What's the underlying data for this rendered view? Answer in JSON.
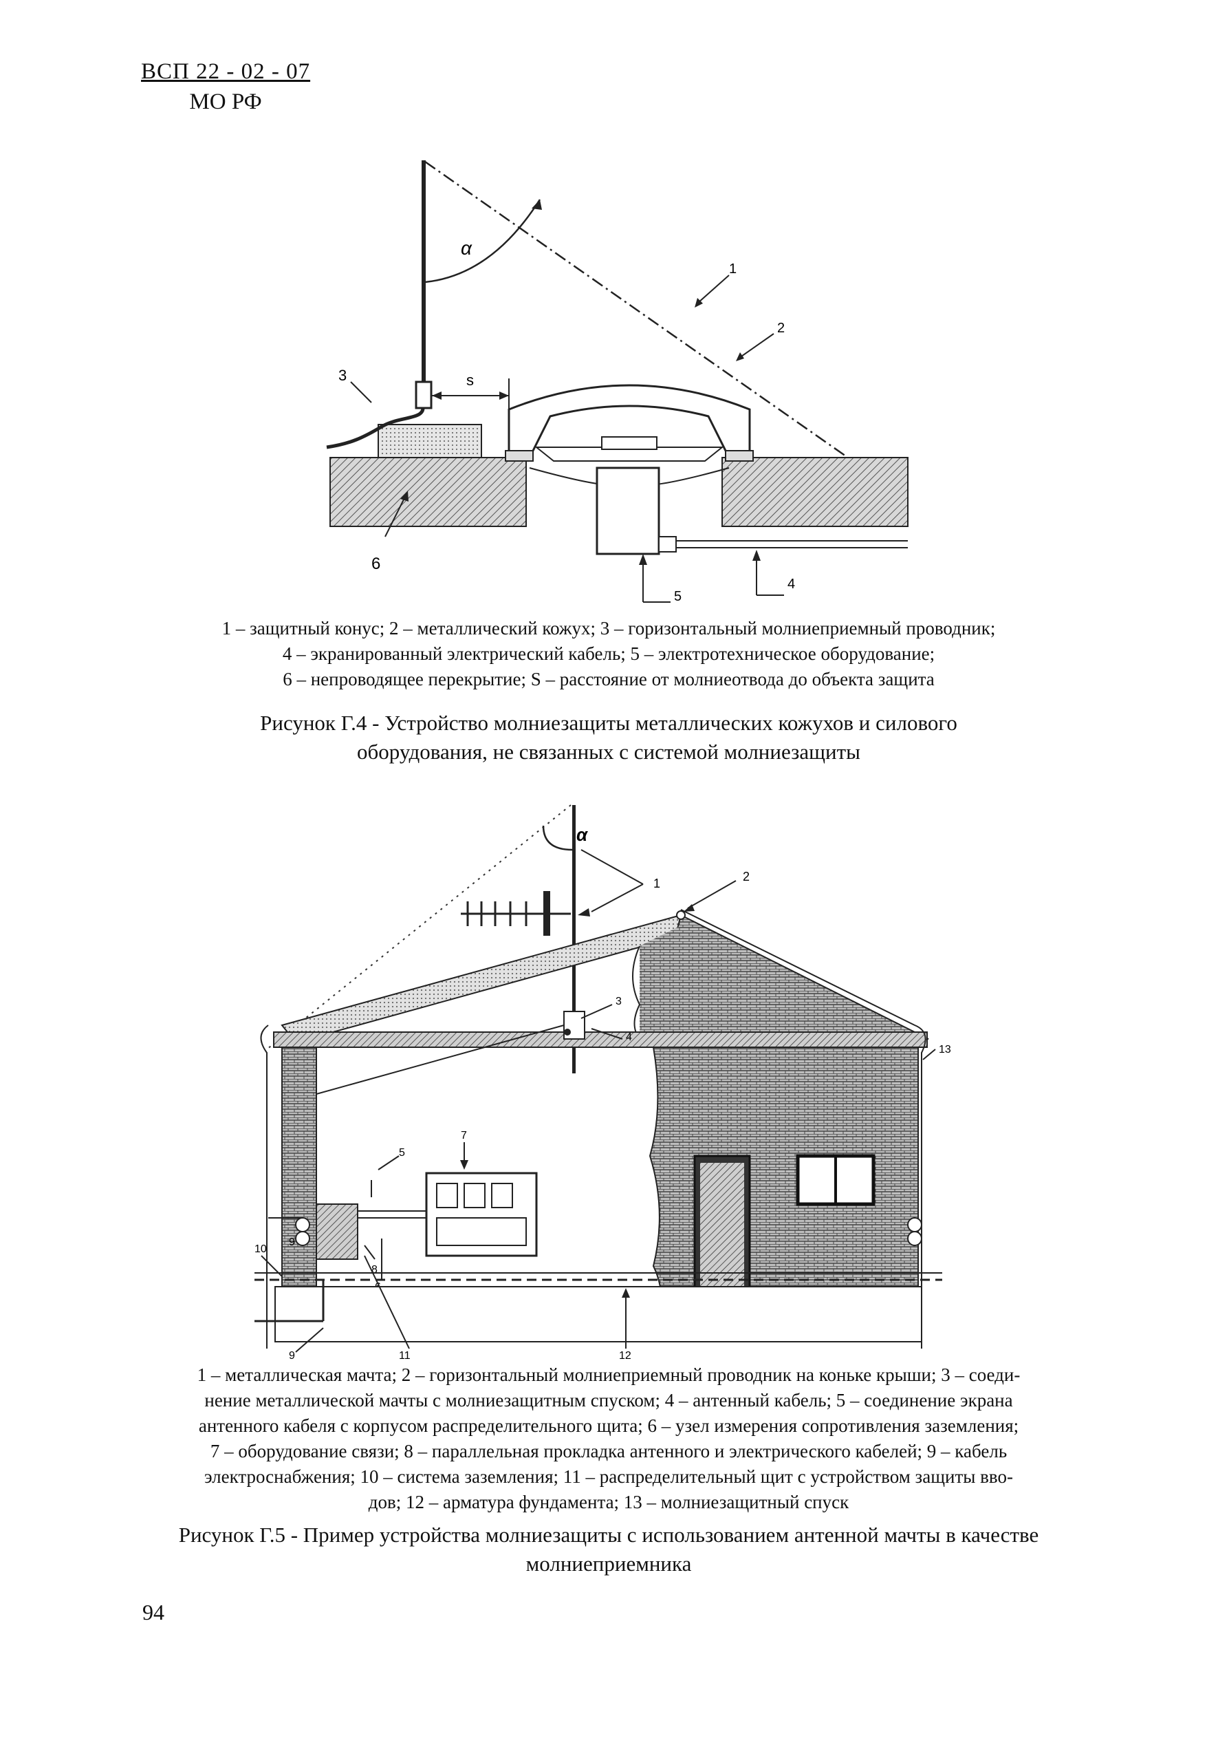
{
  "header": {
    "code": "ВСП 22 - 02 - 07",
    "org": "МО РФ"
  },
  "figure4": {
    "labels": {
      "alpha": "α",
      "s": "s",
      "n1": "1",
      "n2": "2",
      "n3": "3",
      "n4": "4",
      "n5": "5",
      "n6": "6"
    },
    "legend": [
      "1 – защитный конус; 2 – металлический кожух; 3 – горизонтальный молниеприемный проводник;",
      "4 – экранированный электрический кабель; 5 – электротехническое оборудование;",
      "6 – непроводящее перекрытие; S – расстояние от молниеотвода до объекта защита"
    ],
    "caption": [
      "Рисунок Г.4 - Устройство молниезащиты металлических кожухов и силового",
      "оборудования, не связанных с системой молниезащиты"
    ]
  },
  "figure5": {
    "labels": {
      "alpha": "α",
      "n1": "1",
      "n2": "2",
      "n3": "3",
      "n4": "4",
      "n5": "5",
      "n6": "6",
      "n7": "7",
      "n8": "8",
      "n9": "9",
      "n10": "10",
      "n11": "11",
      "n12": "12",
      "n13": "13"
    },
    "legend": [
      "1 – металлическая мачта; 2 – горизонтальный молниеприемный проводник на коньке крыши; 3 – соеди-",
      "нение металлической мачты с молниезащитным спуском; 4 – антенный кабель; 5 – соединение экрана",
      "антенного кабеля с корпусом распределительного щита; 6 – узел измерения сопротивления заземления;",
      "7 – оборудование связи; 8 – параллельная прокладка антенного и электрического кабелей; 9 – кабель",
      "электроснабжения; 10 – система заземления; 11 – распределительный щит с устройством защиты вво-",
      "дов; 12 – арматура фундамента; 13 – молниезащитный спуск"
    ],
    "caption": [
      "Рисунок Г.5 - Пример устройства молниезащиты с использованием антенной мачты в качестве",
      "молниеприемника"
    ]
  },
  "page_number": "94"
}
